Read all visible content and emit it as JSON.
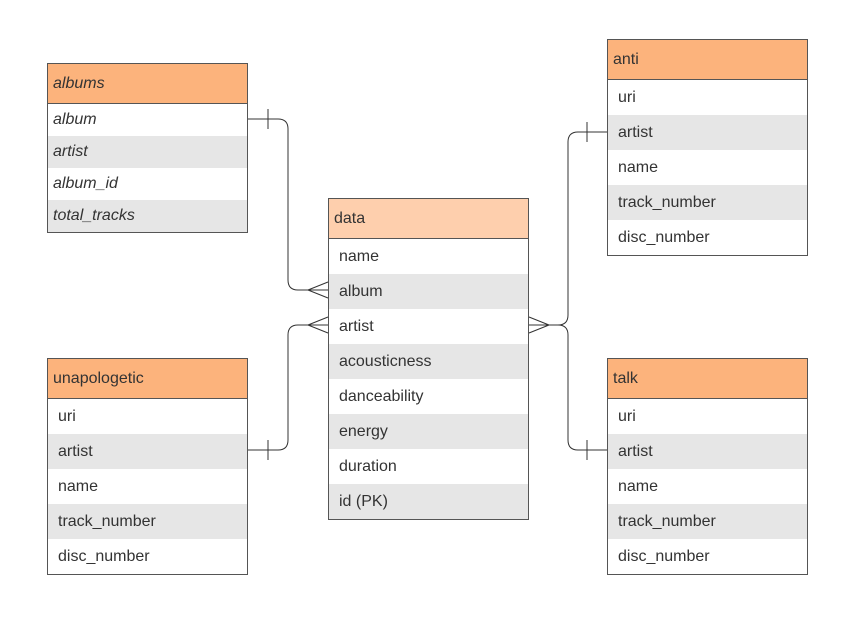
{
  "colors": {
    "header_orange": "#fcb37c",
    "header_light": "#fecfad",
    "row_alt": "#e6e6e6",
    "line": "#333333"
  },
  "tables": {
    "albums": {
      "title": "albums",
      "fields": [
        "album",
        "artist",
        "album_id",
        "total_tracks"
      ]
    },
    "data": {
      "title": "data",
      "fields": [
        "name",
        "album",
        "artist",
        "acousticness",
        "danceability",
        "energy",
        "duration",
        "id (PK)"
      ]
    },
    "anti": {
      "title": "anti",
      "fields": [
        "uri",
        "artist",
        "name",
        "track_number",
        "disc_number"
      ]
    },
    "unapologetic": {
      "title": "unapologetic",
      "fields": [
        "uri",
        "artist",
        "name",
        "track_number",
        "disc_number"
      ]
    },
    "talk": {
      "title": "talk",
      "fields": [
        "uri",
        "artist",
        "name",
        "track_number",
        "disc_number"
      ]
    }
  },
  "relationships": [
    {
      "from": "albums.album",
      "to": "data.album",
      "cardinality": "one-to-many"
    },
    {
      "from": "unapologetic.artist",
      "to": "data.artist",
      "cardinality": "one-to-many"
    },
    {
      "from": "anti.artist",
      "to": "data.artist",
      "cardinality": "one-to-many"
    },
    {
      "from": "talk.artist",
      "to": "data.artist",
      "cardinality": "one-to-many"
    }
  ]
}
